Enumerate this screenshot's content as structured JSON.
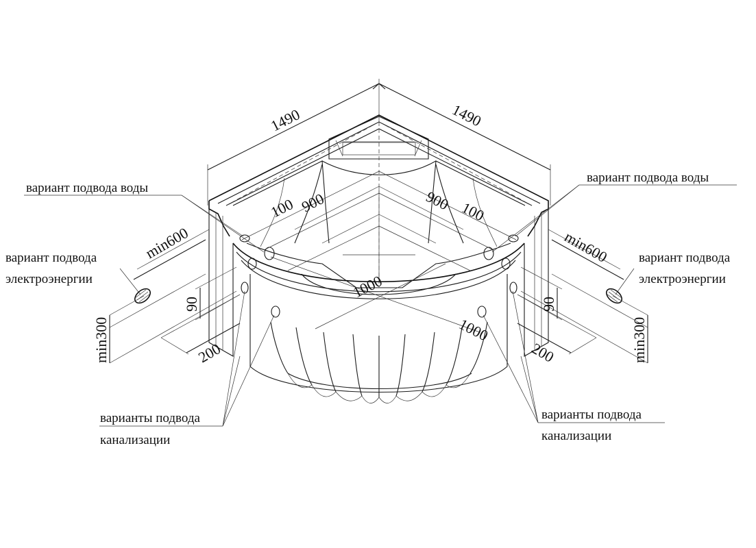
{
  "dimensions": {
    "left_width": "1490",
    "right_width": "1490",
    "left_100": "100",
    "left_900": "900",
    "right_900": "900",
    "right_100": "100",
    "center_1000": "1000",
    "right_1000": "1000",
    "left_min600": "min600",
    "right_min600": "min600",
    "left_min300": "min300",
    "right_min300": "min300",
    "left_90": "90",
    "right_90": "90",
    "left_200": "200",
    "right_200": "200"
  },
  "labels": {
    "water_left": "вариант подвода воды",
    "water_right": "вариант подвода воды",
    "power_left_line1": "вариант подвода",
    "power_left_line2": "электроэнергии",
    "power_right_line1": "вариант подвода",
    "power_right_line2": "электроэнергии",
    "drain_left_line1": "варианты подвода",
    "drain_left_line2": "канализации",
    "drain_right_line1": "варианты подвода",
    "drain_right_line2": "канализации"
  }
}
